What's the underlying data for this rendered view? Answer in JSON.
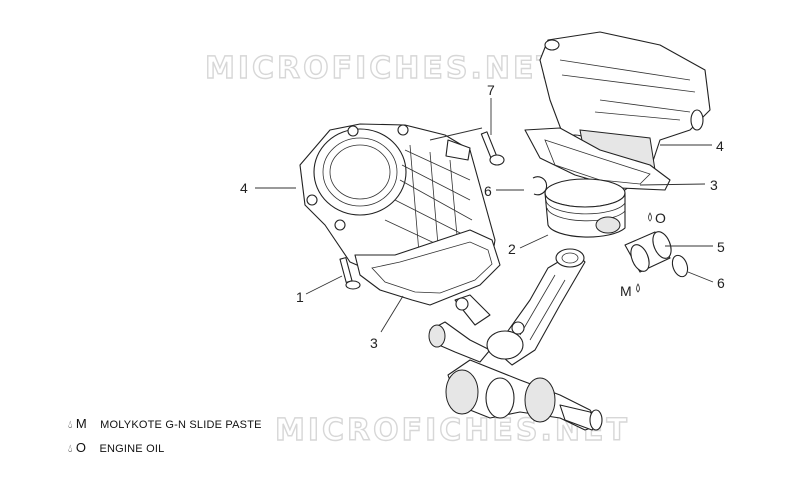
{
  "watermark": "MICROFICHES.NET",
  "callouts": [
    {
      "id": "c7",
      "label": "7"
    },
    {
      "id": "c4a",
      "label": "4"
    },
    {
      "id": "c4b",
      "label": "4"
    },
    {
      "id": "c3a",
      "label": "3"
    },
    {
      "id": "c3b",
      "label": "3"
    },
    {
      "id": "c6a",
      "label": "6"
    },
    {
      "id": "c6b",
      "label": "6"
    },
    {
      "id": "c2",
      "label": "2"
    },
    {
      "id": "c5",
      "label": "5"
    },
    {
      "id": "c1",
      "label": "1"
    }
  ],
  "markers": {
    "piston_oil": "O",
    "pin_paste": "M"
  },
  "legend": [
    {
      "symbol": "M",
      "text": "MOLYKOTE G-N SLIDE PASTE"
    },
    {
      "symbol": "O",
      "text": "ENGINE OIL"
    }
  ]
}
